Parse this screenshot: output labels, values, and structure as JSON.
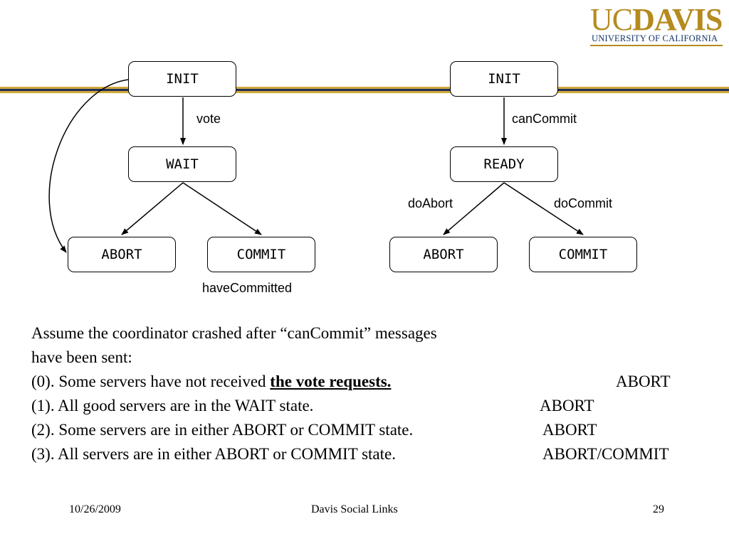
{
  "logo": {
    "uc": "UC",
    "davis": "DAVIS",
    "subtitle": "UNIVERSITY OF CALIFORNIA"
  },
  "left_diagram": {
    "states": {
      "init": "INIT",
      "wait": "WAIT",
      "abort": "ABORT",
      "commit": "COMMIT"
    },
    "labels": {
      "vote": "vote",
      "have_committed": "haveCommitted"
    }
  },
  "right_diagram": {
    "states": {
      "init": "INIT",
      "ready": "READY",
      "abort": "ABORT",
      "commit": "COMMIT"
    },
    "labels": {
      "can_commit": "canCommit",
      "do_abort": "doAbort",
      "do_commit": "doCommit"
    }
  },
  "body": {
    "intro_1": "Assume the coordinator crashed after “canCommit” messages",
    "intro_2": "have been sent:",
    "cases": [
      {
        "prefix": "(0). Some servers have not received ",
        "emphasis": "the vote requests.",
        "result": "ABORT"
      },
      {
        "text": "(1). All good servers are in the WAIT state.",
        "result": "ABORT"
      },
      {
        "text": "(2). Some servers are in either ABORT or COMMIT state.",
        "result": "ABORT"
      },
      {
        "text": "(3). All servers are in either ABORT or COMMIT state.",
        "result": "ABORT/COMMIT"
      }
    ]
  },
  "footer": {
    "date": "10/26/2009",
    "title": "Davis Social Links",
    "page": "29"
  }
}
